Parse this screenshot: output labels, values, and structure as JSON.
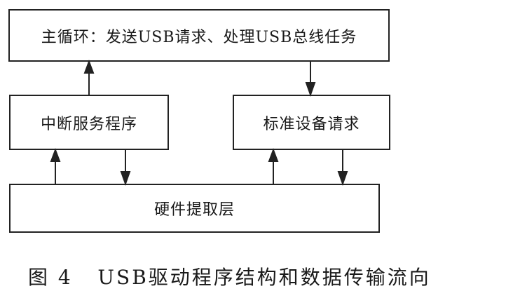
{
  "diagram": {
    "nodes": [
      {
        "id": "main",
        "label": "主循环：发送USB请求、处理USB总线任务"
      },
      {
        "id": "irq",
        "label": "中断服务程序"
      },
      {
        "id": "std",
        "label": "标准设备请求"
      },
      {
        "id": "hw",
        "label": "硬件提取层"
      }
    ],
    "edges": [
      {
        "from": "irq",
        "to": "main"
      },
      {
        "from": "main",
        "to": "std"
      },
      {
        "from": "hw",
        "to": "irq"
      },
      {
        "from": "irq",
        "to": "hw"
      },
      {
        "from": "hw",
        "to": "std"
      },
      {
        "from": "std",
        "to": "hw"
      }
    ]
  },
  "caption": "图 4   USB驱动程序结构和数据传输流向"
}
